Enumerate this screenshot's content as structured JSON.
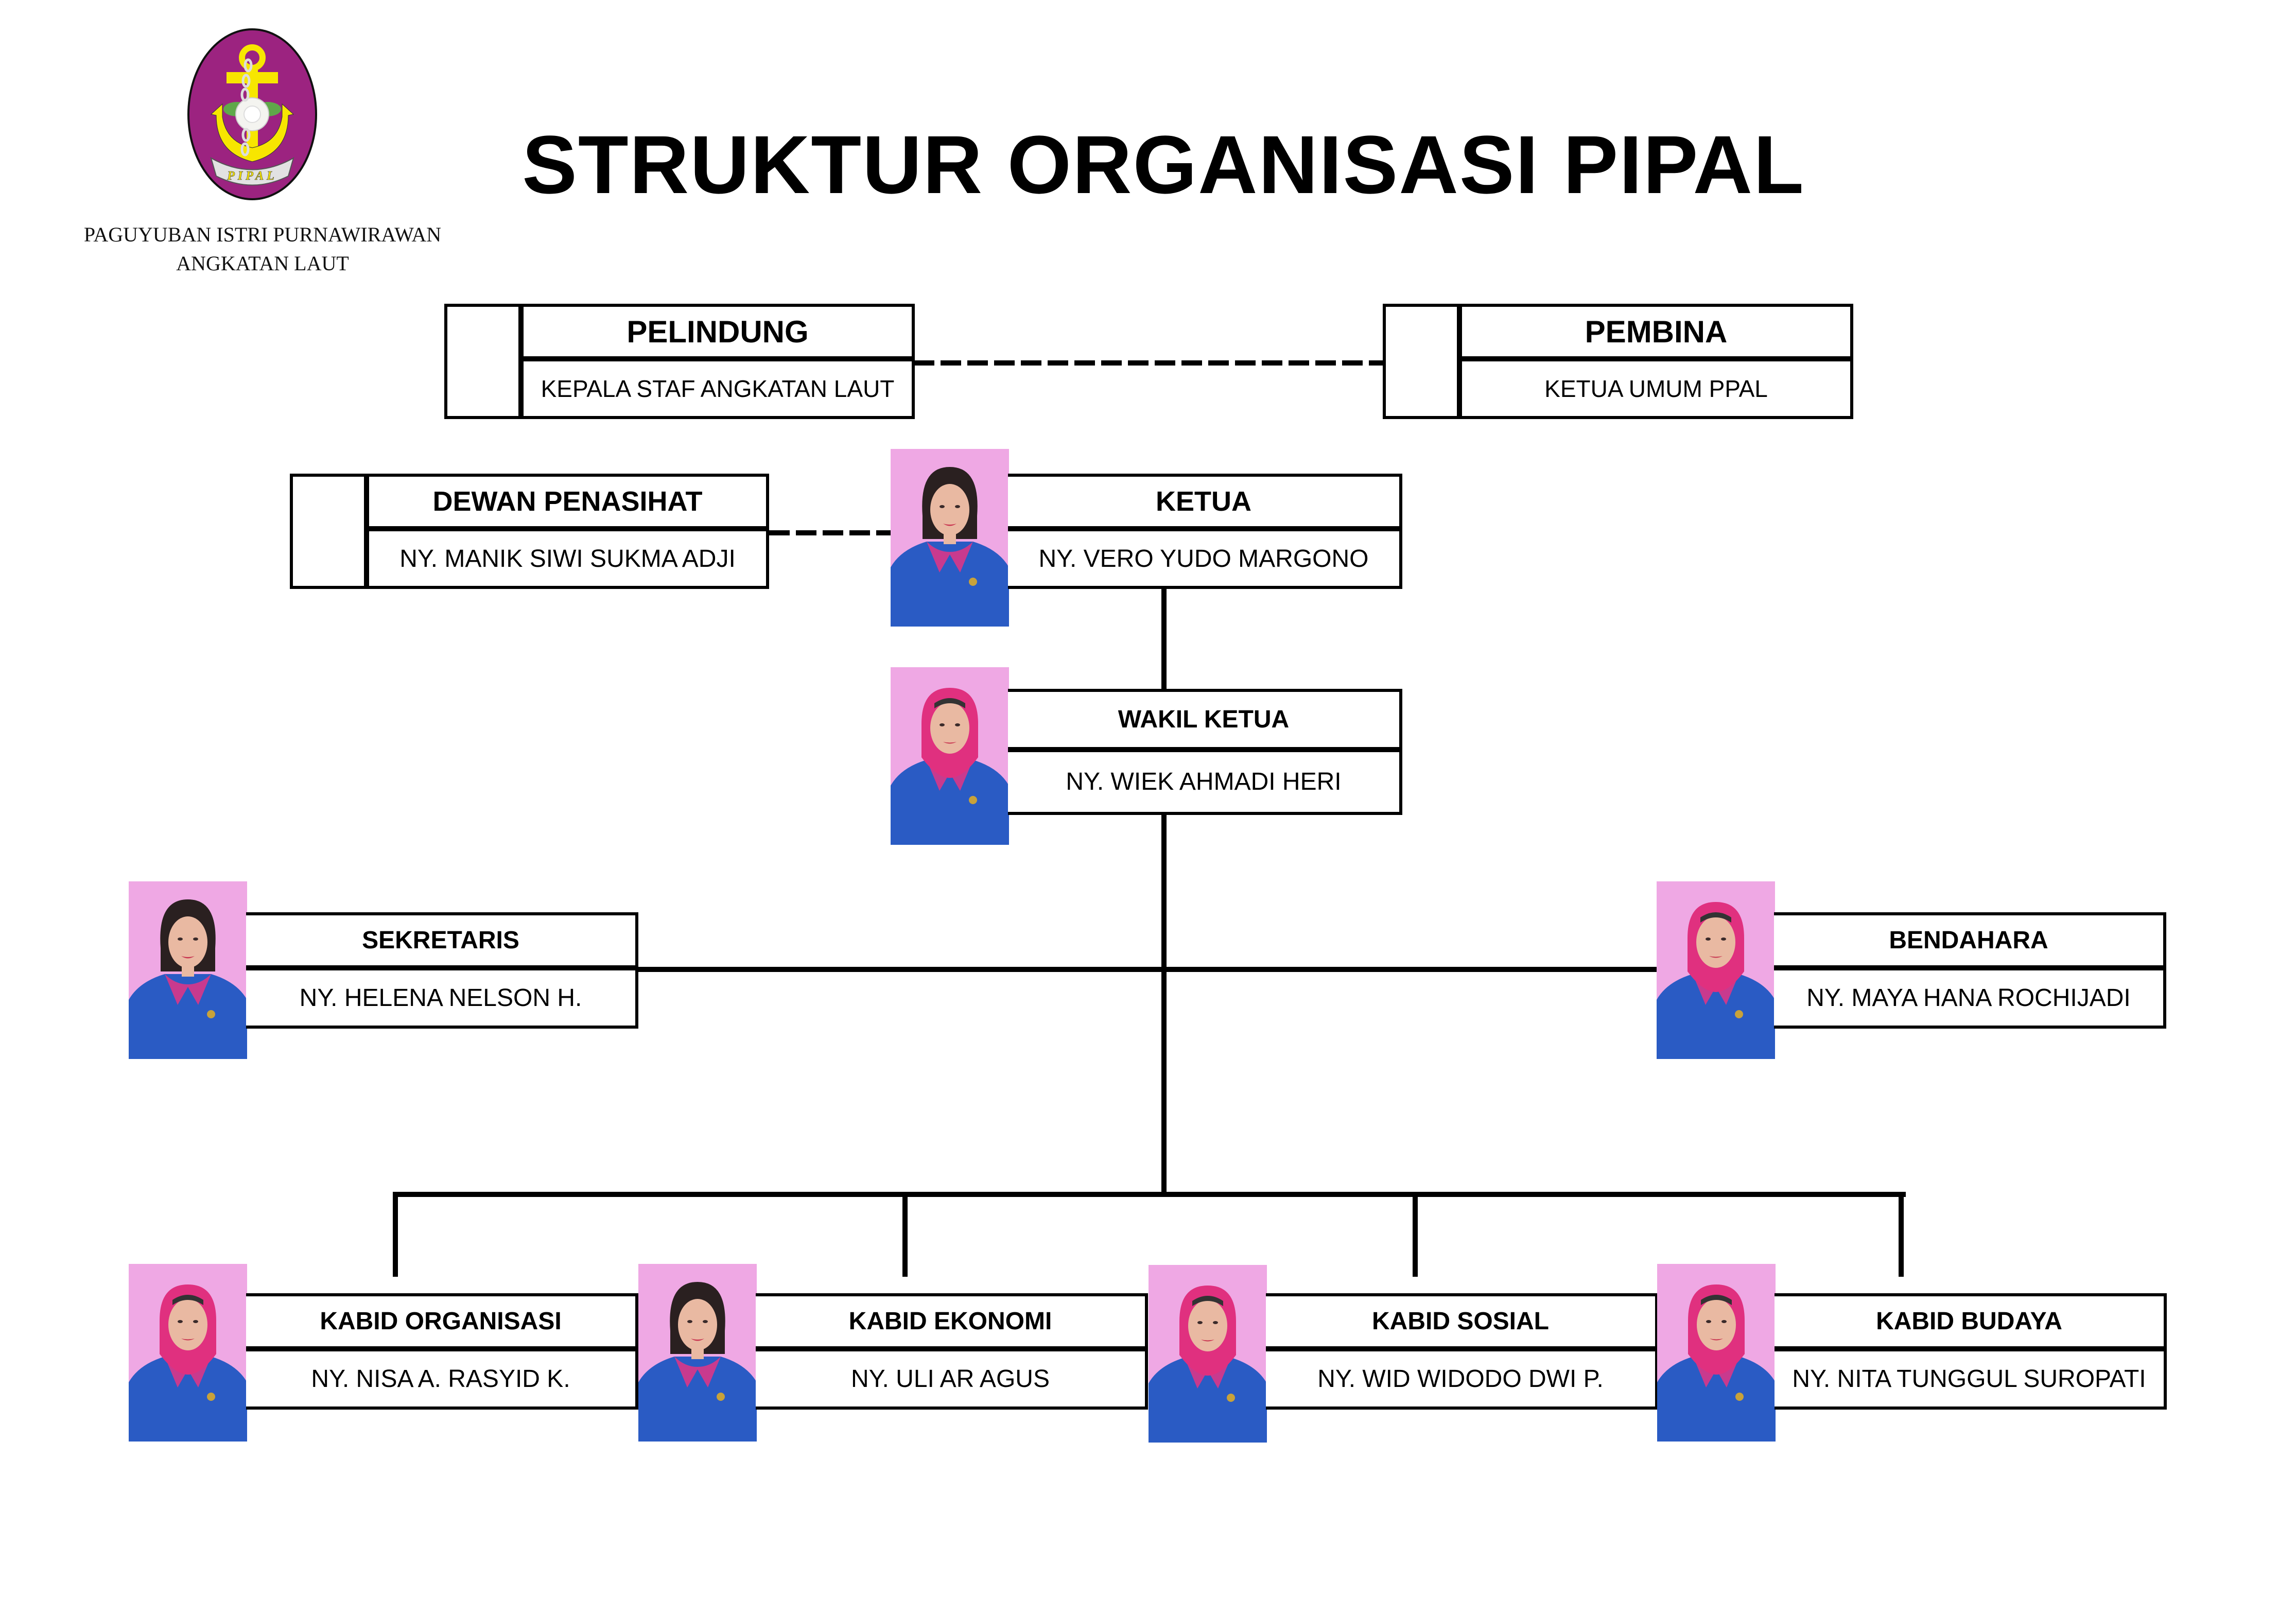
{
  "header": {
    "title": "STRUKTUR ORGANISASI PIPAL",
    "org_name_line1": "PAGUYUBAN ISTRI PURNAWIRAWAN",
    "org_name_line2": "ANGKATAN LAUT",
    "logo_ribbon_text": "PIPAL"
  },
  "colors": {
    "logo_purple": "#9C2380",
    "logo_yellow": "#F7E600",
    "photo_background": "#EFA8E4",
    "uniform_blue": "#2A5BC4",
    "scarf_pink": "#E0307F",
    "line": "#000000"
  },
  "top_row": {
    "pelindung": {
      "role": "PELINDUNG",
      "name": "KEPALA STAF ANGKATAN LAUT"
    },
    "pembina": {
      "role": "PEMBINA",
      "name": "KETUA UMUM PPAL"
    }
  },
  "advisor": {
    "role": "DEWAN PENASIHAT",
    "name": "NY. MANIK SIWI SUKMA ADJI"
  },
  "ketua": {
    "role": "KETUA",
    "name": "NY. VERO YUDO MARGONO"
  },
  "wakil": {
    "role": "WAKIL KETUA",
    "name": "NY. WIEK AHMADI HERI"
  },
  "sekretaris": {
    "role": "SEKRETARIS",
    "name": "NY. HELENA NELSON H."
  },
  "bendahara": {
    "role": "BENDAHARA",
    "name": "NY. MAYA HANA ROCHIJADI"
  },
  "kabid": [
    {
      "role": "KABID ORGANISASI",
      "name": "NY. NISA A. RASYID K."
    },
    {
      "role": "KABID EKONOMI",
      "name": "NY. ULI AR AGUS"
    },
    {
      "role": "KABID SOSIAL",
      "name": "NY. WID WIDODO DWI P."
    },
    {
      "role": "KABID BUDAYA",
      "name": "NY. NITA TUNGGUL SUROPATI"
    }
  ]
}
